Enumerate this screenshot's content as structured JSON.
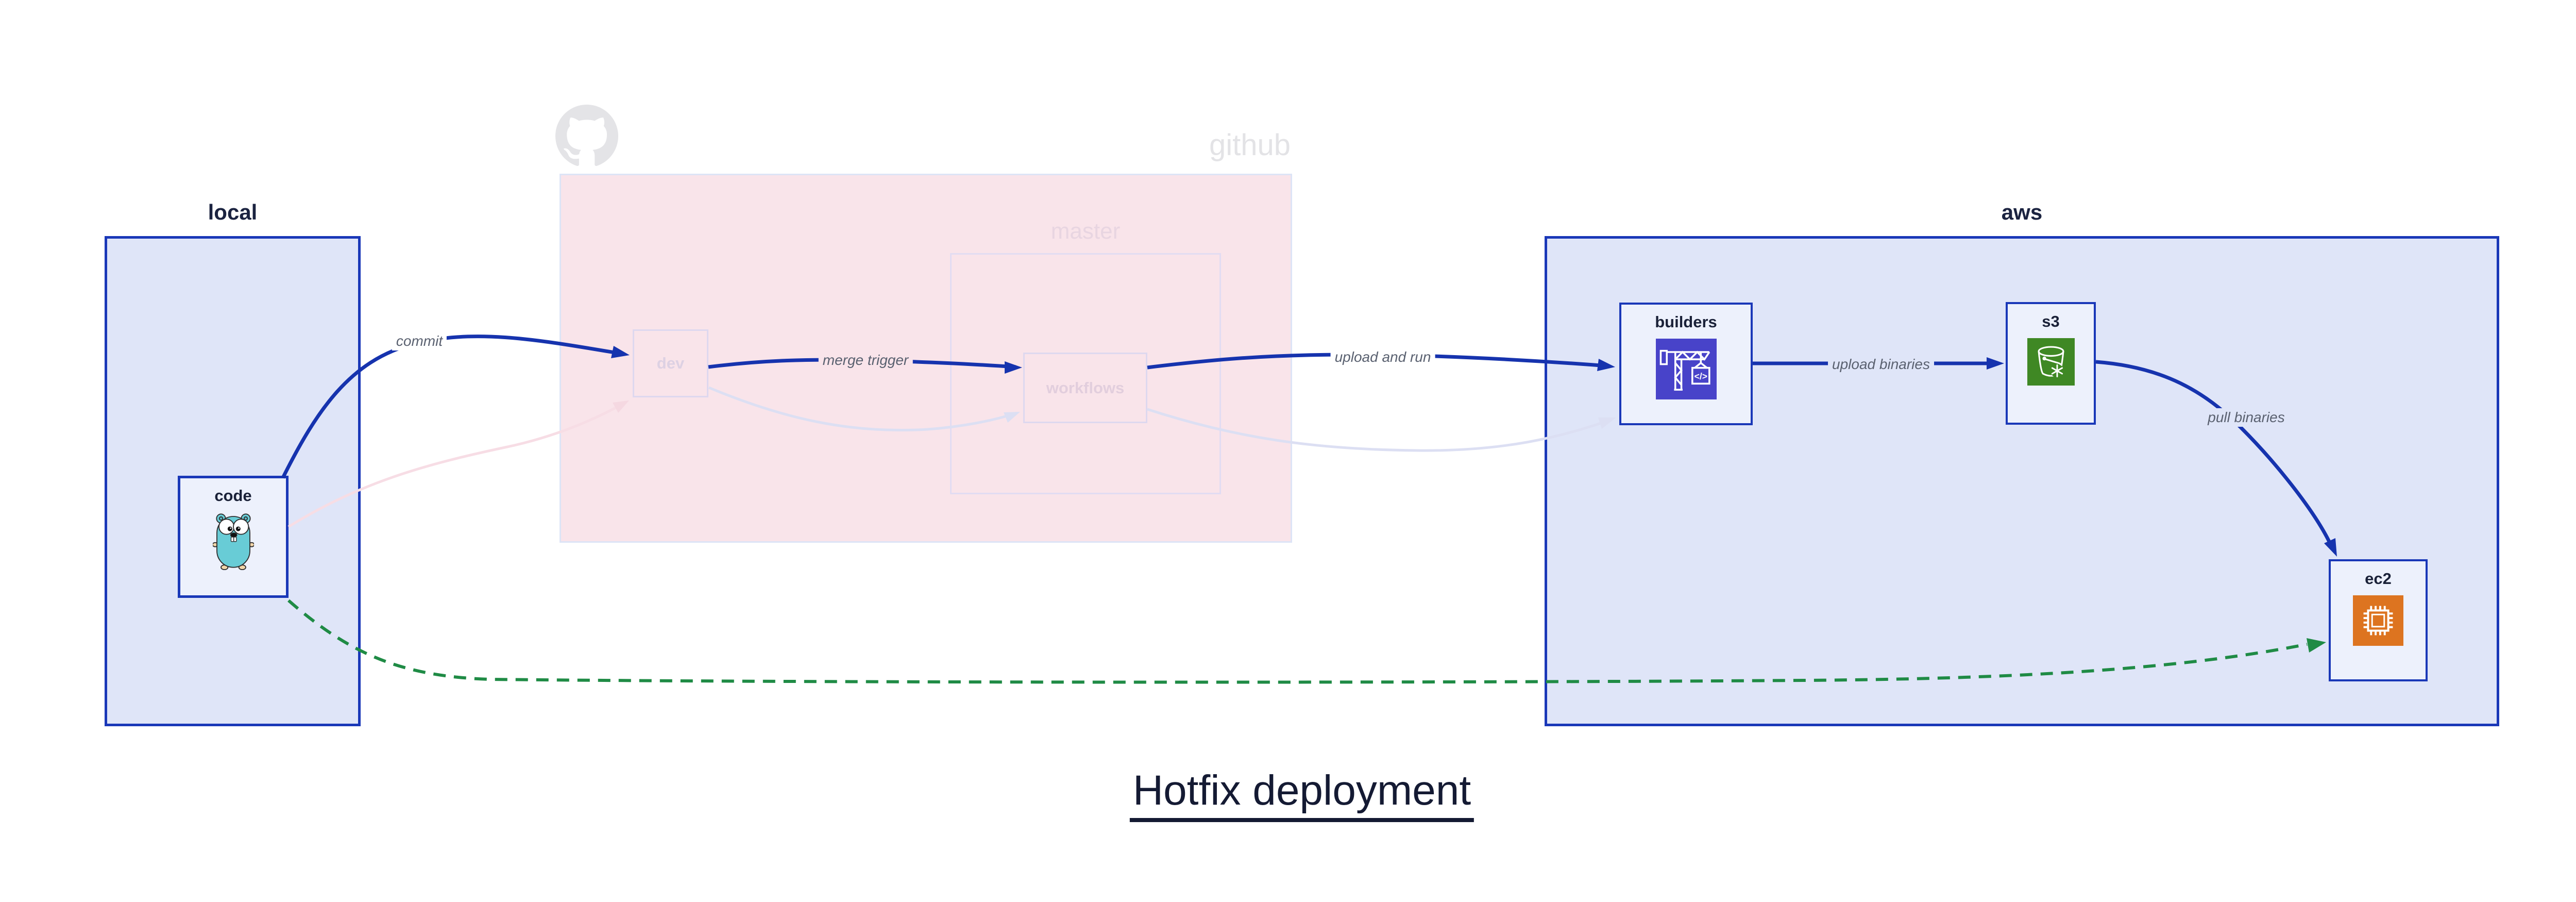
{
  "title": "Hotfix deployment",
  "containers": {
    "local": {
      "label": "local"
    },
    "github": {
      "label": "github",
      "master_label": "master"
    },
    "aws": {
      "label": "aws"
    }
  },
  "nodes": {
    "code": {
      "label": "code"
    },
    "dev": {
      "label": "dev"
    },
    "workflows": {
      "label": "workflows"
    },
    "builders": {
      "label": "builders"
    },
    "s3": {
      "label": "s3"
    },
    "ec2": {
      "label": "ec2"
    }
  },
  "edges": {
    "commit": {
      "label": "commit"
    },
    "merge_trigger": {
      "label": "merge trigger"
    },
    "upload_and_run": {
      "label": "upload and run"
    },
    "upload_binaries": {
      "label": "upload binaries"
    },
    "pull_binaries": {
      "label": "pull binaries"
    }
  },
  "icons": {
    "github_octocat": "github-octocat-icon",
    "go_gopher": "go-gopher-icon",
    "codebuild_crane": "codebuild-crane-icon",
    "codebuild_glyph": "</>",
    "s3_bucket": "s3-bucket-icon",
    "ec2_chip": "ec2-chip-icon"
  },
  "colors": {
    "active_edge": "#1633ae",
    "hotfix_edge_green": "#1f8b45",
    "container_blue_fill": "#dfe5f8",
    "container_blue_border": "#1a38b8",
    "github_pink_fill": "#f9e4ea",
    "faded_pink_edge": "#f7dde5",
    "faded_lavender_edge": "#dcdff3",
    "builders_icon_indigo": "#4843c9",
    "s3_icon_green": "#3f8824",
    "ec2_icon_orange": "#dd7420",
    "edge_label_gray": "#5a6170",
    "title_navy": "#141a33"
  }
}
